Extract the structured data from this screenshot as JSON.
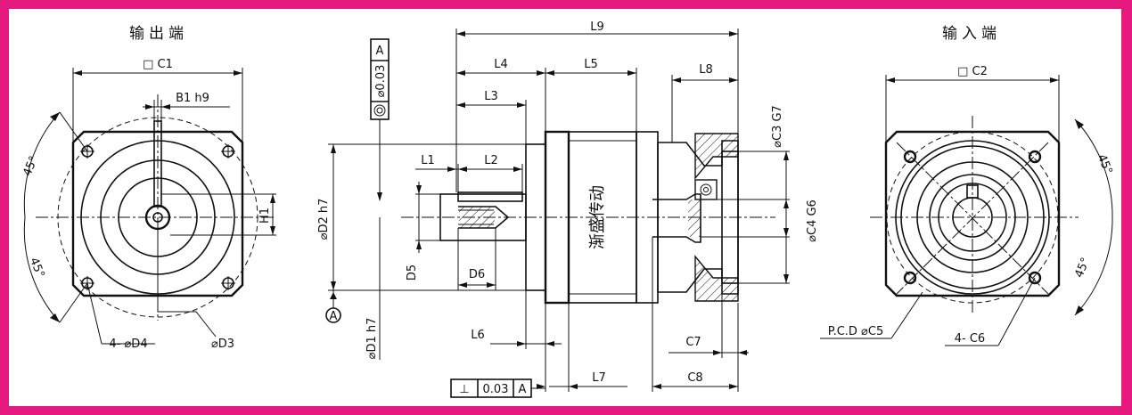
{
  "titles": {
    "output_end": "输出端",
    "input_end": "输入端"
  },
  "brand_text": "渐盛传动",
  "dimensions": {
    "c1": "□ C1",
    "b1": "B1 h9",
    "h1": "H1",
    "angle": "45°",
    "holes_d4": "4- ⌀D4",
    "d3": "⌀D3",
    "l1": "L1",
    "l2": "L2",
    "l3": "L3",
    "l4": "L4",
    "l5": "L5",
    "l6": "L6",
    "l7": "L7",
    "l8": "L8",
    "l9": "L9",
    "d2": "⌀D2 h7",
    "d1": "⌀D1 h7",
    "d5": "D5",
    "d6": "D6",
    "c3": "⌀C3 G7",
    "c4": "⌀C4 G6",
    "c7": "C7",
    "c8": "C8",
    "c2": "□ C2",
    "pcd": "P.C.D ⌀C5",
    "c6": "4- C6"
  },
  "tolerances": {
    "coaxiality": {
      "symbol": "⌀0.03",
      "datum": "A"
    },
    "perpendicularity": {
      "symbol": "⊥",
      "value": "0.03",
      "datum": "A"
    },
    "datum_label": "A"
  }
}
